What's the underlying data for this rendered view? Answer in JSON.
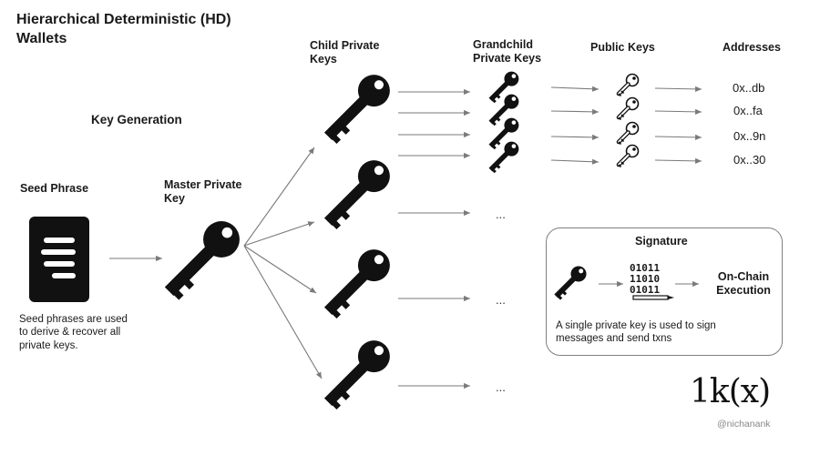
{
  "title": "Hierarchical Deterministic (HD)\nWallets",
  "key_generation_label": "Key Generation",
  "seed": {
    "label": "Seed Phrase",
    "description": "Seed phrases are used\nto derive & recover all\nprivate keys."
  },
  "master": {
    "label": "Master Private\nKey"
  },
  "columns": {
    "child": "Child Private\nKeys",
    "grandchild": "Grandchild\nPrivate Keys",
    "public": "Public Keys",
    "addresses": "Addresses"
  },
  "addresses": [
    "0x..db",
    "0x..fa",
    "0x..9n",
    "0x..30"
  ],
  "ellipsis": [
    "...",
    "...",
    "..."
  ],
  "signature": {
    "title": "Signature",
    "binary": "01011\n11010\n01011",
    "result": "On-Chain\nExecution",
    "description": "A single private key is used to sign\nmessages and send txns"
  },
  "brand": {
    "logo": "1k(x)",
    "handle": "@nichanank"
  },
  "colors": {
    "ink": "#111111",
    "arrow": "#7a7a7a",
    "box_border": "#7f7f7f"
  },
  "icons": [
    "document-icon",
    "key-icon",
    "public-key-icon",
    "binary-data-icon",
    "pencil-icon"
  ]
}
